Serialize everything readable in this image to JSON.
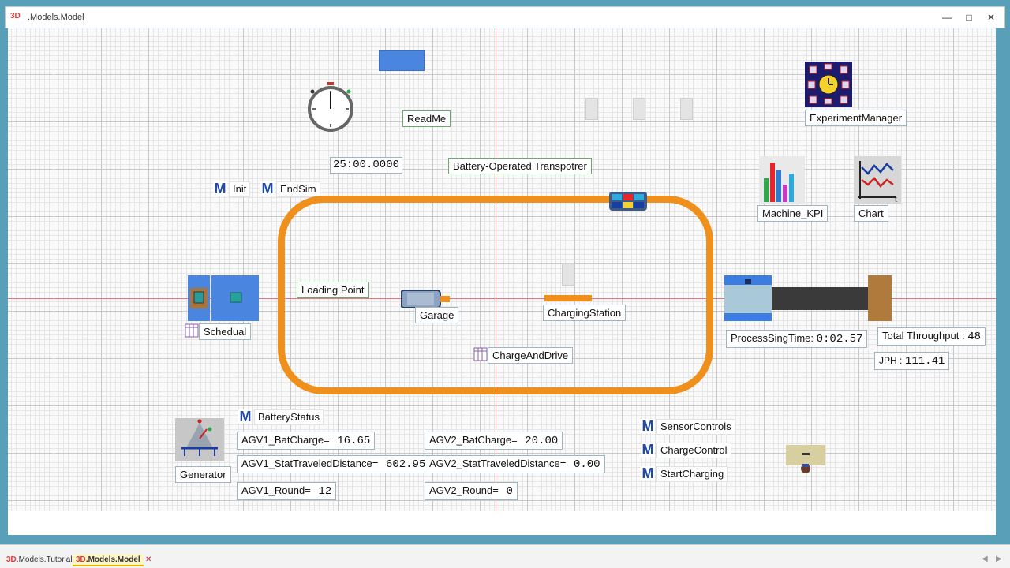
{
  "window": {
    "title": ".Models.Model",
    "icon": "3D",
    "controls": [
      "—",
      "□",
      "✕"
    ]
  },
  "canvas": {
    "readme_label": "ReadMe",
    "clock_time": "25:00.0000",
    "battery_label": "Battery-Operated Transpotrer",
    "init_label": "Init",
    "endsim_label": "EndSim",
    "loading_point": "Loading Point",
    "garage": "Garage",
    "charging_station": "ChargingStation",
    "schedual": "Schedual",
    "charge_and_drive": "ChargeAndDrive",
    "experiment_manager": "ExperimentManager",
    "machine_kpi": "Machine_KPI",
    "chart": "Chart",
    "processing_time_label": "ProcessSingTime:",
    "processing_time_value": "0:02.57",
    "total_throughput_label": "Total Throughput :",
    "total_throughput_value": "48",
    "jph_label": "JPH :",
    "jph_value": "111.41",
    "generator": "Generator",
    "battery_status": "BatteryStatus",
    "agv1_batcharge_label": "AGV1_BatCharge=",
    "agv1_batcharge_value": "16.65",
    "agv1_dist_label": "AGV1_StatTraveledDistance=",
    "agv1_dist_value": "602.95",
    "agv1_round_label": "AGV1_Round=",
    "agv1_round_value": "12",
    "agv2_batcharge_label": "AGV2_BatCharge=",
    "agv2_batcharge_value": "20.00",
    "agv2_dist_label": "AGV2_StatTraveledDistance=",
    "agv2_dist_value": "0.00",
    "agv2_round_label": "AGV2_Round=",
    "agv2_round_value": "0",
    "sensor_controls": "SensorControls",
    "charge_control": "ChargeControl",
    "start_charging": "StartCharging",
    "method_glyph": "M"
  },
  "tabs": [
    {
      "prefix": "3D",
      "label": ".Models.Tutorial",
      "active": false
    },
    {
      "prefix": "3D",
      "label": ".Models.Model",
      "active": true,
      "close": "✕"
    }
  ],
  "colors": {
    "track": "#f0901c",
    "frame": "#5a9fb8",
    "method_icon": "#1f4aa8"
  }
}
